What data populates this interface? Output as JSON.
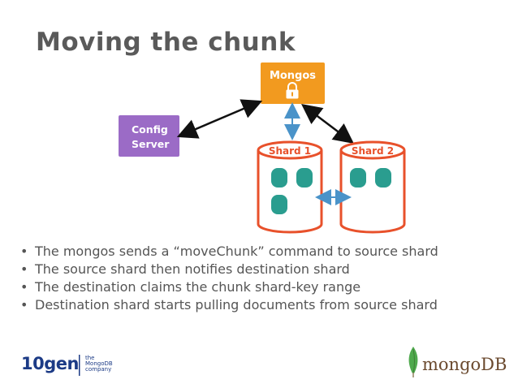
{
  "slide": {
    "title": "Moving the chunk"
  },
  "diagram": {
    "mongos_label": "Mongos",
    "config_label_line1": "Config",
    "config_label_line2": "Server",
    "shard1_label": "Shard 1",
    "shard2_label": "Shard 2",
    "colors": {
      "mongos": "#f29a1f",
      "config": "#9b6bc6",
      "shard_stroke": "#e8512b",
      "chunk": "#2a9d8f",
      "arrow_black": "#111111",
      "arrow_blue": "#4a93c9"
    }
  },
  "bullets": [
    "The mongos sends a “moveChunk” command to source shard",
    "The source shard then notifies destination shard",
    "The destination claims the chunk shard-key range",
    "Destination shard starts pulling documents from source shard"
  ],
  "footer": {
    "left_logo_text": "10gen",
    "left_logo_sub1": "the",
    "left_logo_sub2": "MongoDB",
    "left_logo_sub3": "company",
    "right_logo_text": "mongoDB"
  }
}
